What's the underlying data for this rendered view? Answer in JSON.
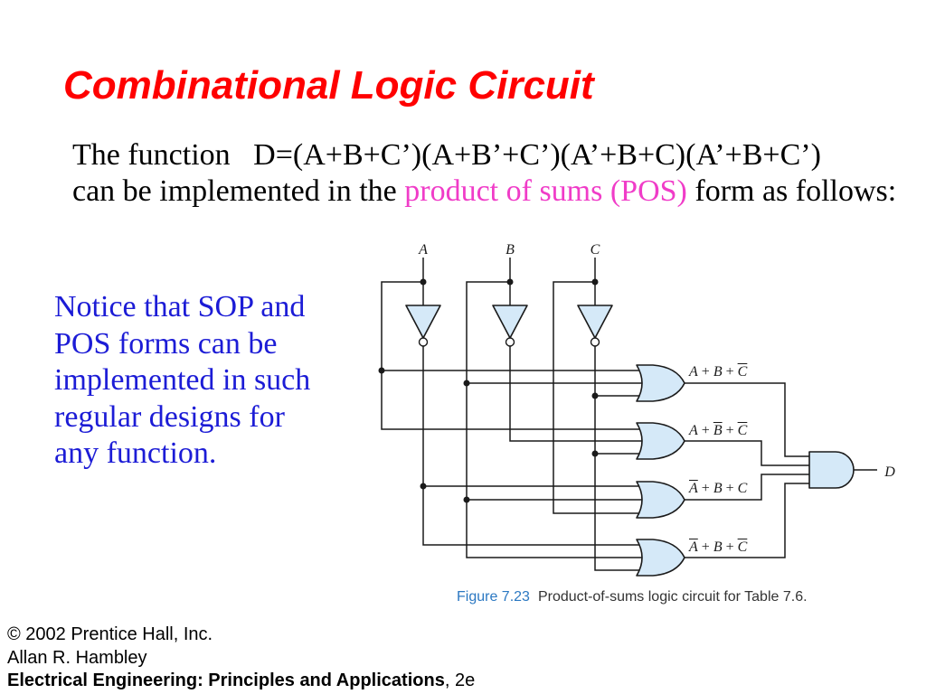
{
  "slide": {
    "title": "Combinational Logic Circuit",
    "intro_line1": "The function   D=(A+B+C’)(A+B’+C’)(A’+B+C)(A’+B+C’)",
    "intro_line2_pre": "can be implemented in the ",
    "intro_line2_highlight": "product of sums (POS)",
    "intro_line2_post": " form as follows:",
    "note_lines": [
      "Notice that SOP and",
      "POS forms can be",
      "implemented in such",
      "regular designs for",
      "any function."
    ]
  },
  "circuit": {
    "inputs": [
      "A",
      "B",
      "C"
    ],
    "output": "D",
    "or_gates": [
      {
        "terms": [
          {
            "t": "A",
            "bar": false
          },
          {
            "t": " + "
          },
          {
            "t": "B",
            "bar": false
          },
          {
            "t": " + "
          },
          {
            "t": "C",
            "bar": true
          }
        ]
      },
      {
        "terms": [
          {
            "t": "A",
            "bar": false
          },
          {
            "t": " + "
          },
          {
            "t": "B",
            "bar": true
          },
          {
            "t": " + "
          },
          {
            "t": "C",
            "bar": true
          }
        ]
      },
      {
        "terms": [
          {
            "t": "A",
            "bar": true
          },
          {
            "t": " + "
          },
          {
            "t": "B",
            "bar": false
          },
          {
            "t": " + "
          },
          {
            "t": "C",
            "bar": false
          }
        ]
      },
      {
        "terms": [
          {
            "t": "A",
            "bar": true
          },
          {
            "t": " + "
          },
          {
            "t": "B",
            "bar": false
          },
          {
            "t": " + "
          },
          {
            "t": "C",
            "bar": true
          }
        ]
      }
    ]
  },
  "caption": {
    "label": "Figure 7.23",
    "text": "Product-of-sums logic circuit for Table 7.6."
  },
  "footer": {
    "copyright": "© 2002 Prentice Hall, Inc.",
    "author": "Allan R. Hambley",
    "book_title": "Electrical Engineering: Principles and Applications",
    "edition": ", 2e"
  },
  "colors": {
    "title": "#ff0000",
    "highlight": "#f03cc8",
    "note": "#1c1cd6",
    "gate_fill": "#d5e9f8",
    "caption_accent": "#2b78c2"
  }
}
